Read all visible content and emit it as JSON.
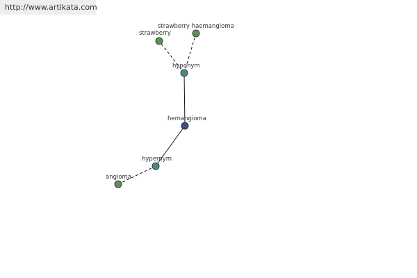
{
  "source_url": "http://www.artikata.com",
  "colors": {
    "center_node": "#3f4d8f",
    "relation_node": "#4a8a87",
    "word_node": "#5a9455",
    "edge": "#111111",
    "banner_bg": "#eeeeee"
  },
  "graph": {
    "center": "hemangioma",
    "relations": [
      {
        "label": "hyponym",
        "target_words": [
          "strawberry",
          "strawberry haemangioma"
        ]
      },
      {
        "label": "hypernym",
        "target_words": [
          "angioma"
        ]
      }
    ],
    "nodes": [
      {
        "id": "hemangioma",
        "label": "hemangioma",
        "kind": "center"
      },
      {
        "id": "hyponym",
        "label": "hyponym",
        "kind": "relation"
      },
      {
        "id": "hypernym",
        "label": "hypernym",
        "kind": "relation"
      },
      {
        "id": "strawberry",
        "label": "strawberry",
        "kind": "word"
      },
      {
        "id": "strawberry-haemangioma",
        "label": "strawberry haemangioma",
        "kind": "word"
      },
      {
        "id": "angioma",
        "label": "angioma",
        "kind": "word"
      }
    ],
    "edges": [
      {
        "from": "hemangioma",
        "to": "hyponym",
        "style": "solid"
      },
      {
        "from": "hemangioma",
        "to": "hypernym",
        "style": "solid"
      },
      {
        "from": "hyponym",
        "to": "strawberry",
        "style": "dashed"
      },
      {
        "from": "hyponym",
        "to": "strawberry-haemangioma",
        "style": "dashed"
      },
      {
        "from": "hypernym",
        "to": "angioma",
        "style": "dashed"
      }
    ]
  }
}
